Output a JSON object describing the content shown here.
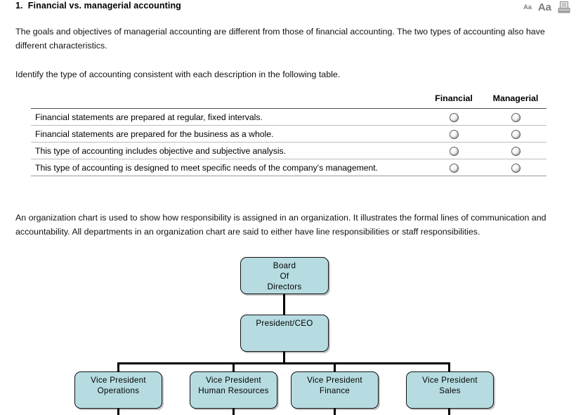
{
  "header": {
    "title": "1.  Financial vs. managerial accounting",
    "font_small_label": "Aa",
    "font_large_label": "Aa",
    "print_icon_name": "print-icon"
  },
  "content": {
    "intro_paragraph": "The goals and objectives of managerial accounting are different from those of financial accounting. The two types of accounting also have different characteristics.",
    "identify_paragraph": "Identify the type of accounting consistent with each description in the following table.",
    "orgchart_paragraph": "An organization chart is used to show how responsibility is assigned in an organization. It illustrates the formal lines of communication and accountability. All departments in an organization chart are said to either have line responsibilities or staff responsibilities."
  },
  "table": {
    "headers": {
      "description": "",
      "financial": "Financial",
      "managerial": "Managerial"
    },
    "rows": [
      {
        "description": "Financial statements are prepared at regular, fixed intervals.",
        "financial_selected": false,
        "managerial_selected": false
      },
      {
        "description": "Financial statements are prepared for the business as a whole.",
        "financial_selected": false,
        "managerial_selected": false
      },
      {
        "description": "This type of accounting includes objective and subjective analysis.",
        "financial_selected": false,
        "managerial_selected": false
      },
      {
        "description": "This type of accounting is designed to meet specific needs of the company's management.",
        "financial_selected": false,
        "managerial_selected": false
      }
    ]
  },
  "org_chart": {
    "box_fill_color": "#b6dce1",
    "box_border_color": "#111111",
    "nodes": {
      "board": "Board\nOf\nDirectors",
      "president": "President/CEO",
      "vp_operations": "Vice President\nOperations",
      "vp_hr": "Vice President\nHuman Resources",
      "vp_finance": "Vice President\nFinance",
      "vp_sales": "Vice President\nSales"
    }
  }
}
